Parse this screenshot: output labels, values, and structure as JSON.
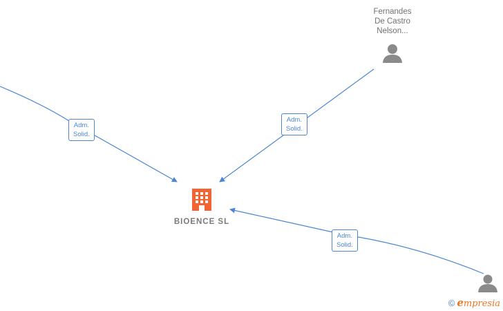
{
  "company": {
    "name": "BIOENCE  SL",
    "icon": "building-icon",
    "color": "#f26532"
  },
  "persons": [
    {
      "name_lines": [
        "Fernandes",
        "De Castro",
        "Nelson..."
      ],
      "icon": "person-icon"
    },
    {
      "name_lines": [],
      "icon": "person-icon"
    }
  ],
  "edges": [
    {
      "role_lines": [
        "Adm.",
        "Solid."
      ]
    },
    {
      "role_lines": [
        "Adm.",
        "Solid."
      ]
    },
    {
      "role_lines": [
        "Adm.",
        "Solid."
      ]
    }
  ],
  "footer": {
    "copyright": "©",
    "brand_initial": "e",
    "brand_rest": "mpresia"
  },
  "colors": {
    "edge": "#4a86d4",
    "person_icon": "#8a8a8a",
    "text": "#7a7a7a",
    "brand": "#ee7421"
  }
}
